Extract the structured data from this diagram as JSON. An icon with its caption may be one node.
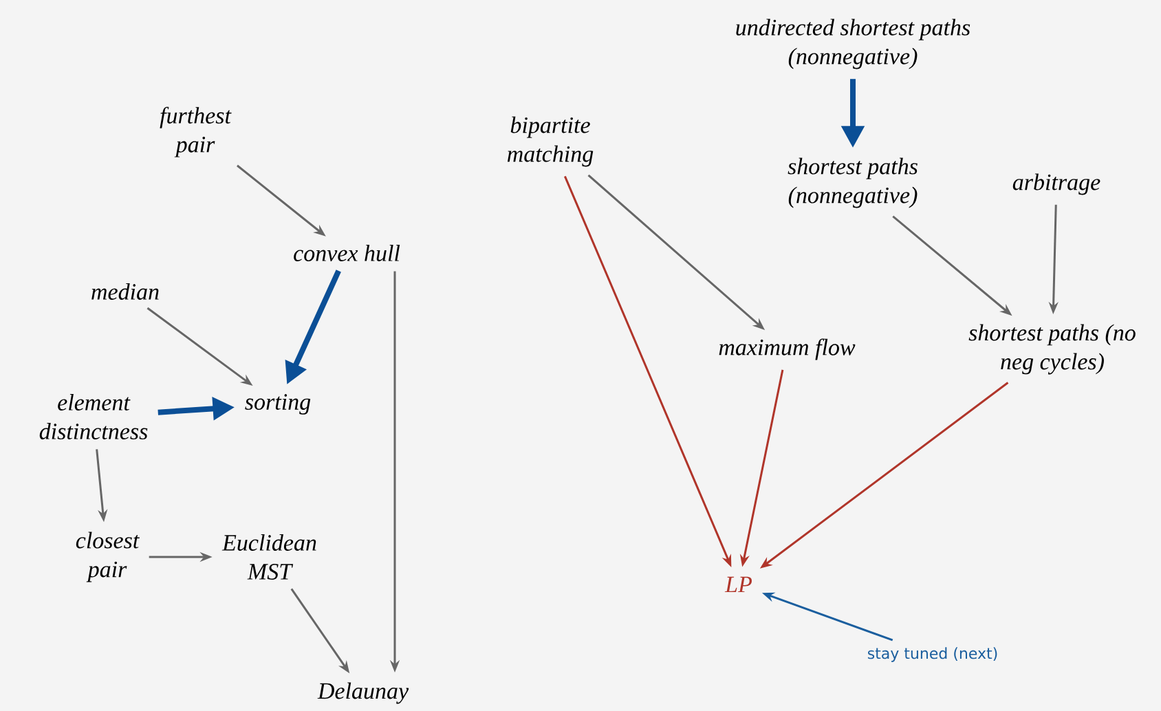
{
  "diagram": {
    "nodes": [
      {
        "text": [
          "furthest pair"
        ]
      },
      {
        "text": [
          "convex hull"
        ]
      },
      {
        "text": [
          "median"
        ]
      },
      {
        "text": [
          "sorting"
        ]
      },
      {
        "text": [
          "element distinctness"
        ]
      },
      {
        "text": [
          "closest pair"
        ]
      },
      {
        "text": [
          "Euclidean MST"
        ]
      },
      {
        "text": [
          "Delaunay"
        ]
      },
      {
        "text": [
          "bipartite matching"
        ]
      },
      {
        "text": [
          "maximum flow"
        ]
      },
      {
        "text": [
          "undirected shortest paths (nonnegative)"
        ]
      },
      {
        "text": [
          "shortest paths (nonnegative)"
        ]
      },
      {
        "text": [
          "arbitrage"
        ]
      },
      {
        "text": [
          "shortest paths (no neg cycles)"
        ]
      },
      {
        "text": [
          "LP"
        ]
      },
      {
        "text": [
          "stay tuned (next)"
        ]
      }
    ],
    "edges": [
      {
        "from": 0,
        "to": 1,
        "arrow": "to"
      },
      {
        "from": 1,
        "to": 3,
        "arrow": "to",
        "style": "thick",
        "color": "#0b4f96"
      },
      {
        "from": 2,
        "to": 3,
        "arrow": "to"
      },
      {
        "from": 4,
        "to": 3,
        "arrow": "to",
        "style": "thick",
        "color": "#0b4f96"
      },
      {
        "from": 1,
        "to": 7,
        "arrow": "to"
      },
      {
        "from": 4,
        "to": 5,
        "arrow": "to"
      },
      {
        "from": 5,
        "to": 6,
        "arrow": "to"
      },
      {
        "from": 6,
        "to": 7,
        "arrow": "to"
      },
      {
        "from": 8,
        "to": 9,
        "arrow": "to"
      },
      {
        "from": 8,
        "to": 14,
        "arrow": "to",
        "color": "#b0352a"
      },
      {
        "from": 9,
        "to": 14,
        "arrow": "to",
        "color": "#b0352a"
      },
      {
        "from": 13,
        "to": 14,
        "arrow": "to",
        "color": "#b0352a"
      },
      {
        "from": 10,
        "to": 11,
        "arrow": "to",
        "style": "thick",
        "color": "#0b4f96"
      },
      {
        "from": 11,
        "to": 13,
        "arrow": "to"
      },
      {
        "from": 12,
        "to": 13,
        "arrow": "to"
      },
      {
        "from": 15,
        "to": 14,
        "arrow": "to",
        "color": "#1a5e9e"
      }
    ]
  }
}
